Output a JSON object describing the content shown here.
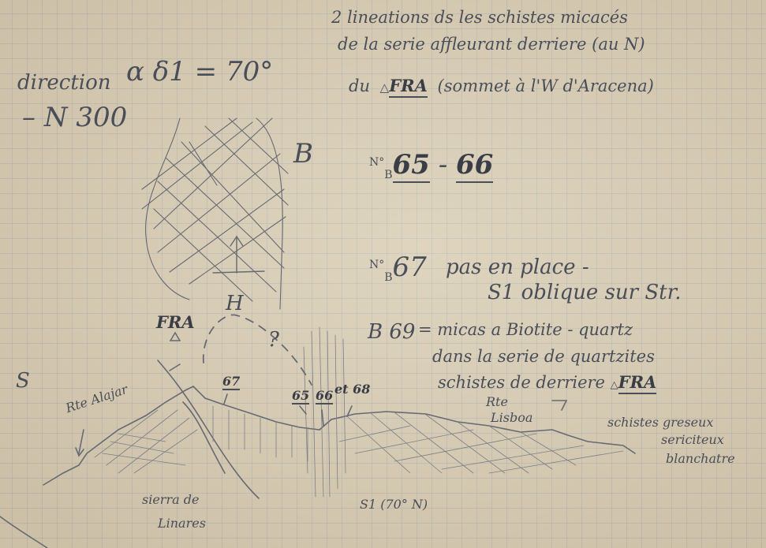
{
  "notes": {
    "header_line1": "2 lineations ds les schistes micacés",
    "header_line2": "de la serie affleurant derriere (au N)",
    "header_line3_prefix": "du",
    "header_line3_peak": "FRA",
    "header_line3_suffix": "(sommet à l'W d'Aracena)",
    "direction_label": "direction",
    "direction_angle": "α δ1 = 70°",
    "direction_azimuth": "N 300",
    "stereo_label": "B",
    "sample_pair": {
      "prefix": "N°",
      "sub": "B",
      "a": "65",
      "sep": "-",
      "b": "66"
    },
    "sample_67": {
      "prefix": "N°",
      "sub": "B",
      "num": "67",
      "line1": "pas en place -",
      "line2": "S1 oblique sur Str."
    },
    "sample_69": {
      "label": "B 69",
      "line1": "= micas a Biotite - quartz",
      "line2": "dans la serie de quartzites",
      "line3_prefix": "schistes de derriere",
      "line3_peak": "FRA"
    }
  },
  "section": {
    "south_label": "S",
    "fra_label": "FRA",
    "h_label": "H",
    "question_mark": "?",
    "rte_alajar": "Rte Alajar",
    "sample_67_tag": "67",
    "sample_65_tag": "65",
    "sample_66_tag": "66",
    "sample_68_tag": "et 68",
    "rte_lisboa_1": "Rte",
    "rte_lisboa_2": "Lisboa",
    "schist_label_1": "schistes greseux",
    "schist_label_2": "sericiteux",
    "schist_label_3": "blanchatre",
    "sierra_label_1": "sierra de",
    "sierra_label_2": "Linares",
    "s1_label": "S1 (70° N)"
  }
}
